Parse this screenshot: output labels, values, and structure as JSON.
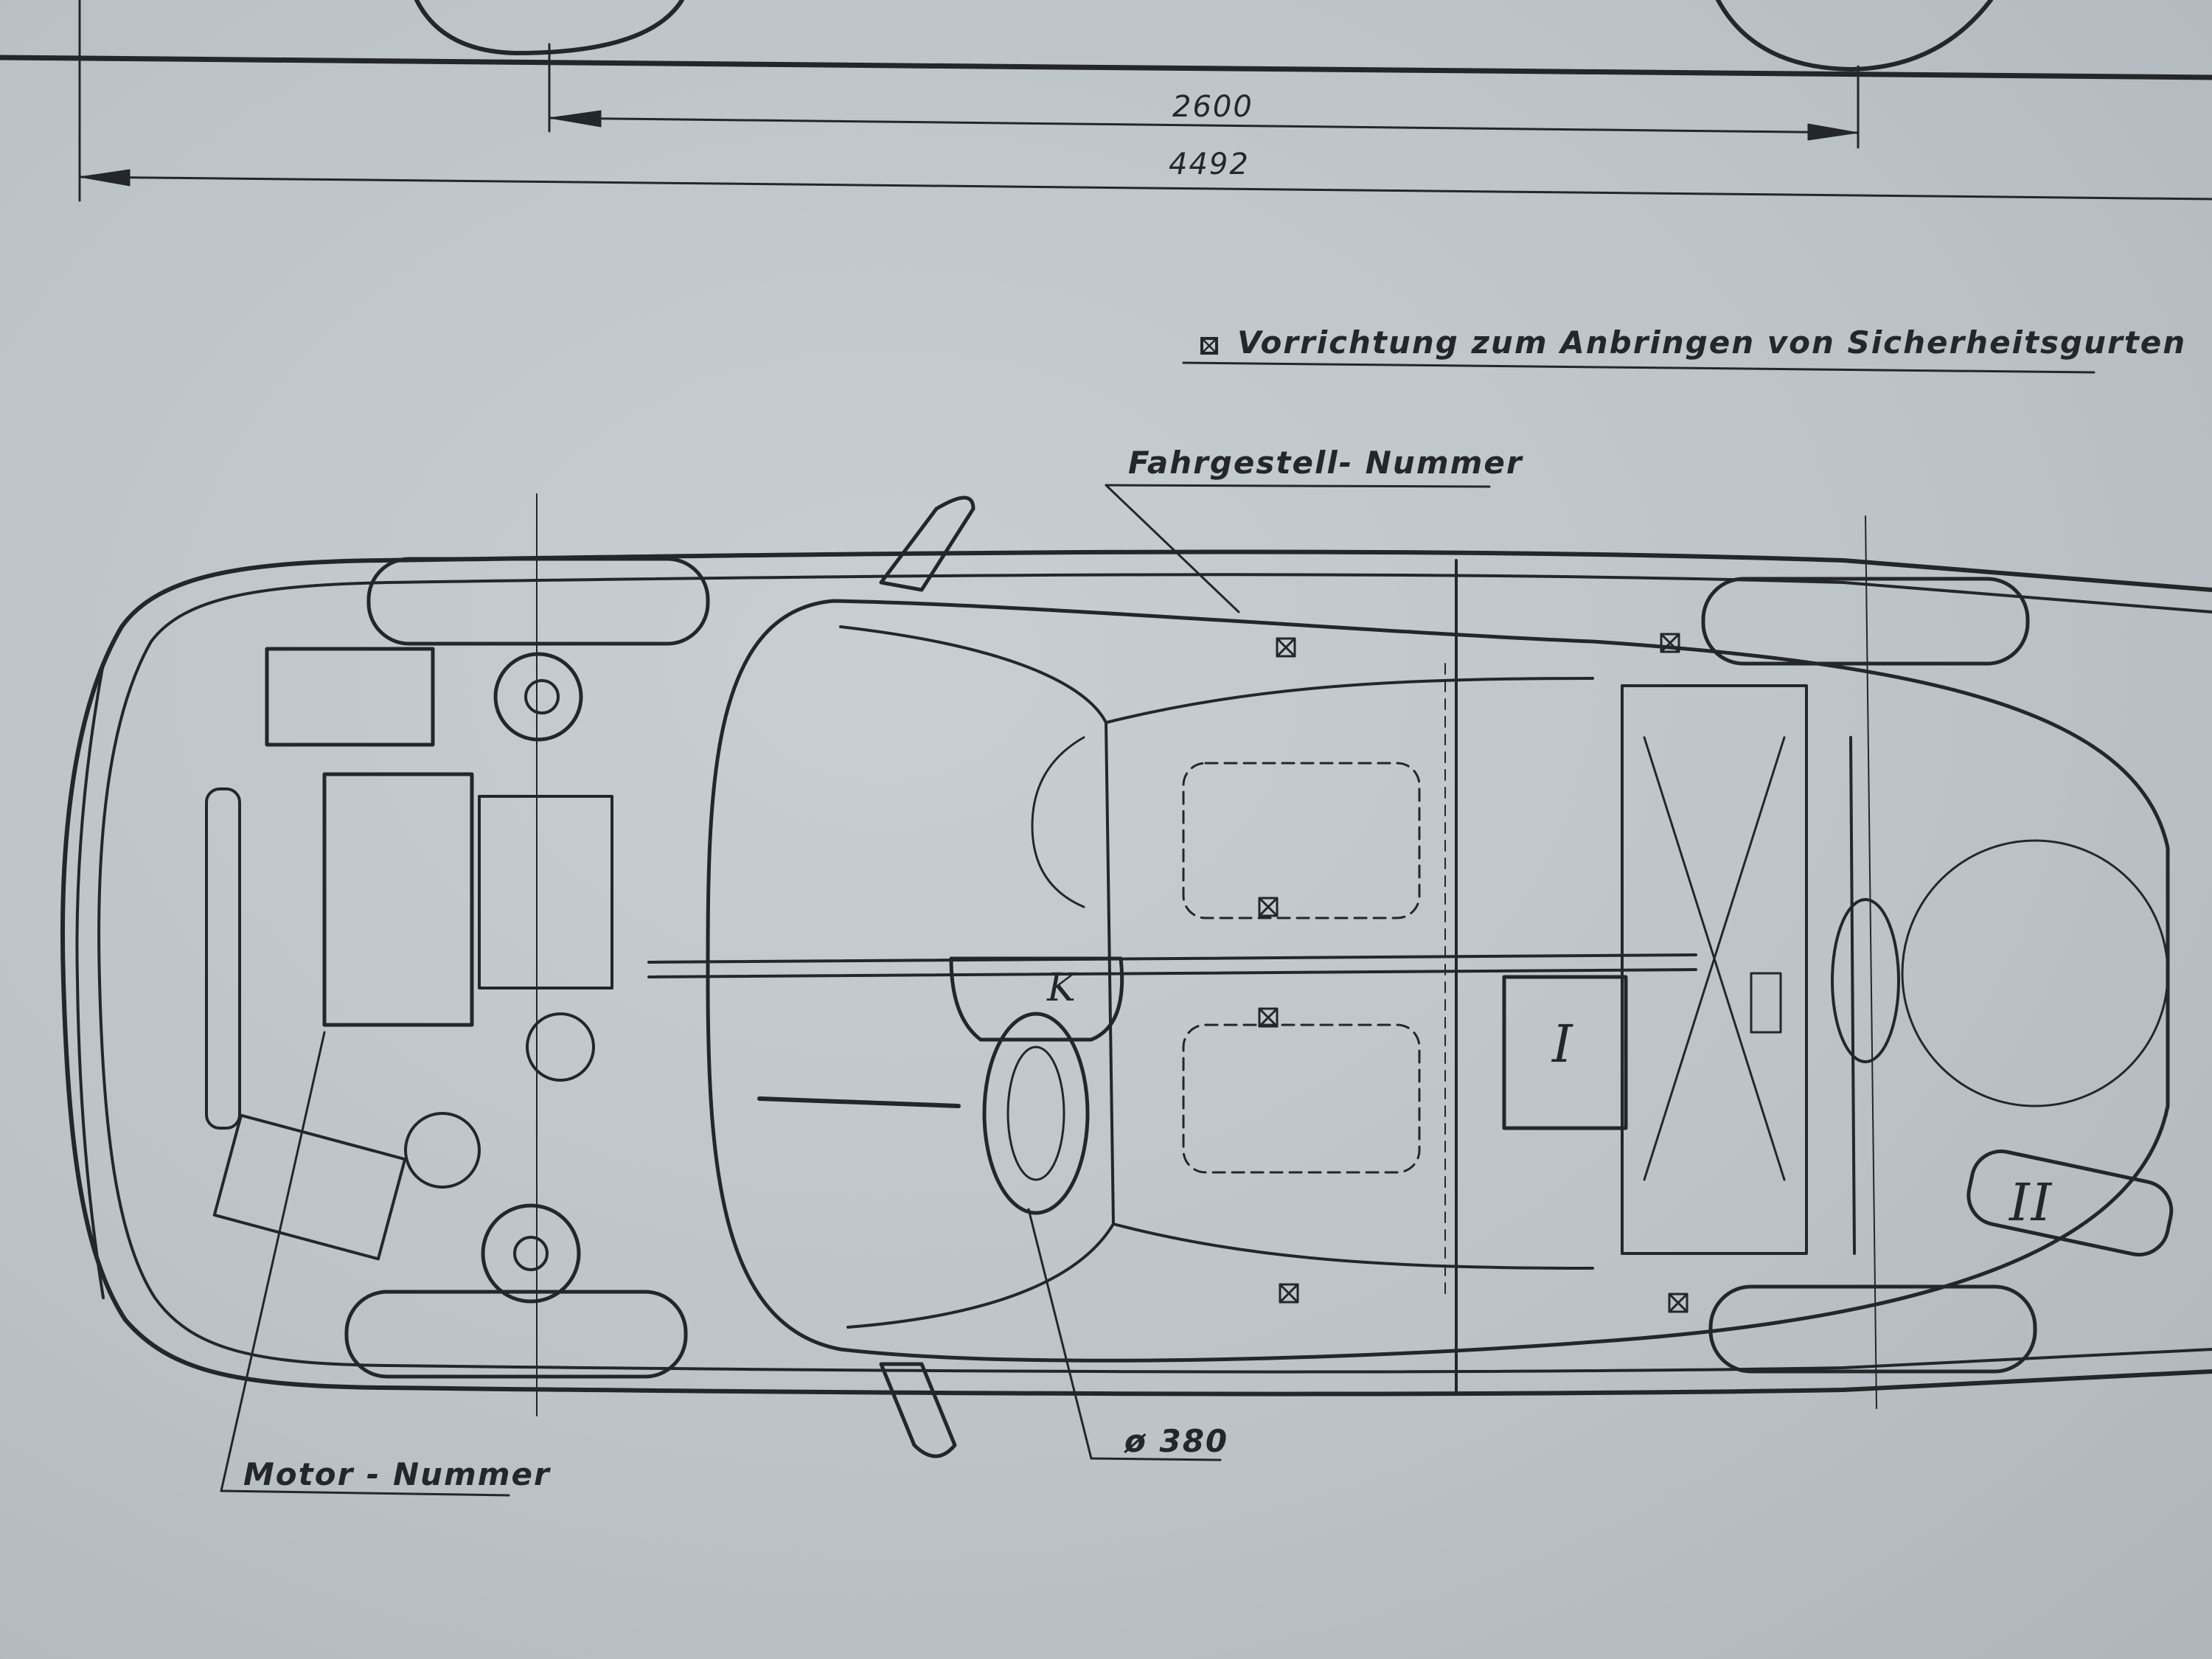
{
  "dimensions": {
    "wheelbase": "2600",
    "overall_length": "4492"
  },
  "labels": {
    "seatbelt_note": "Vorrichtung zum Anbringen von Sicherheitsgurten",
    "chassis_number": "Fahrgestell- Nummer",
    "engine_number": "Motor - Nummer",
    "steering_wheel_diameter": "ø 380",
    "heater_marker": "K",
    "compartment_one": "I",
    "compartment_two": "II"
  },
  "icons": {
    "seatbelt_mount": "boxed-cross-icon"
  },
  "colors": {
    "paper": "#bcc4c8",
    "ink": "#23272a"
  }
}
